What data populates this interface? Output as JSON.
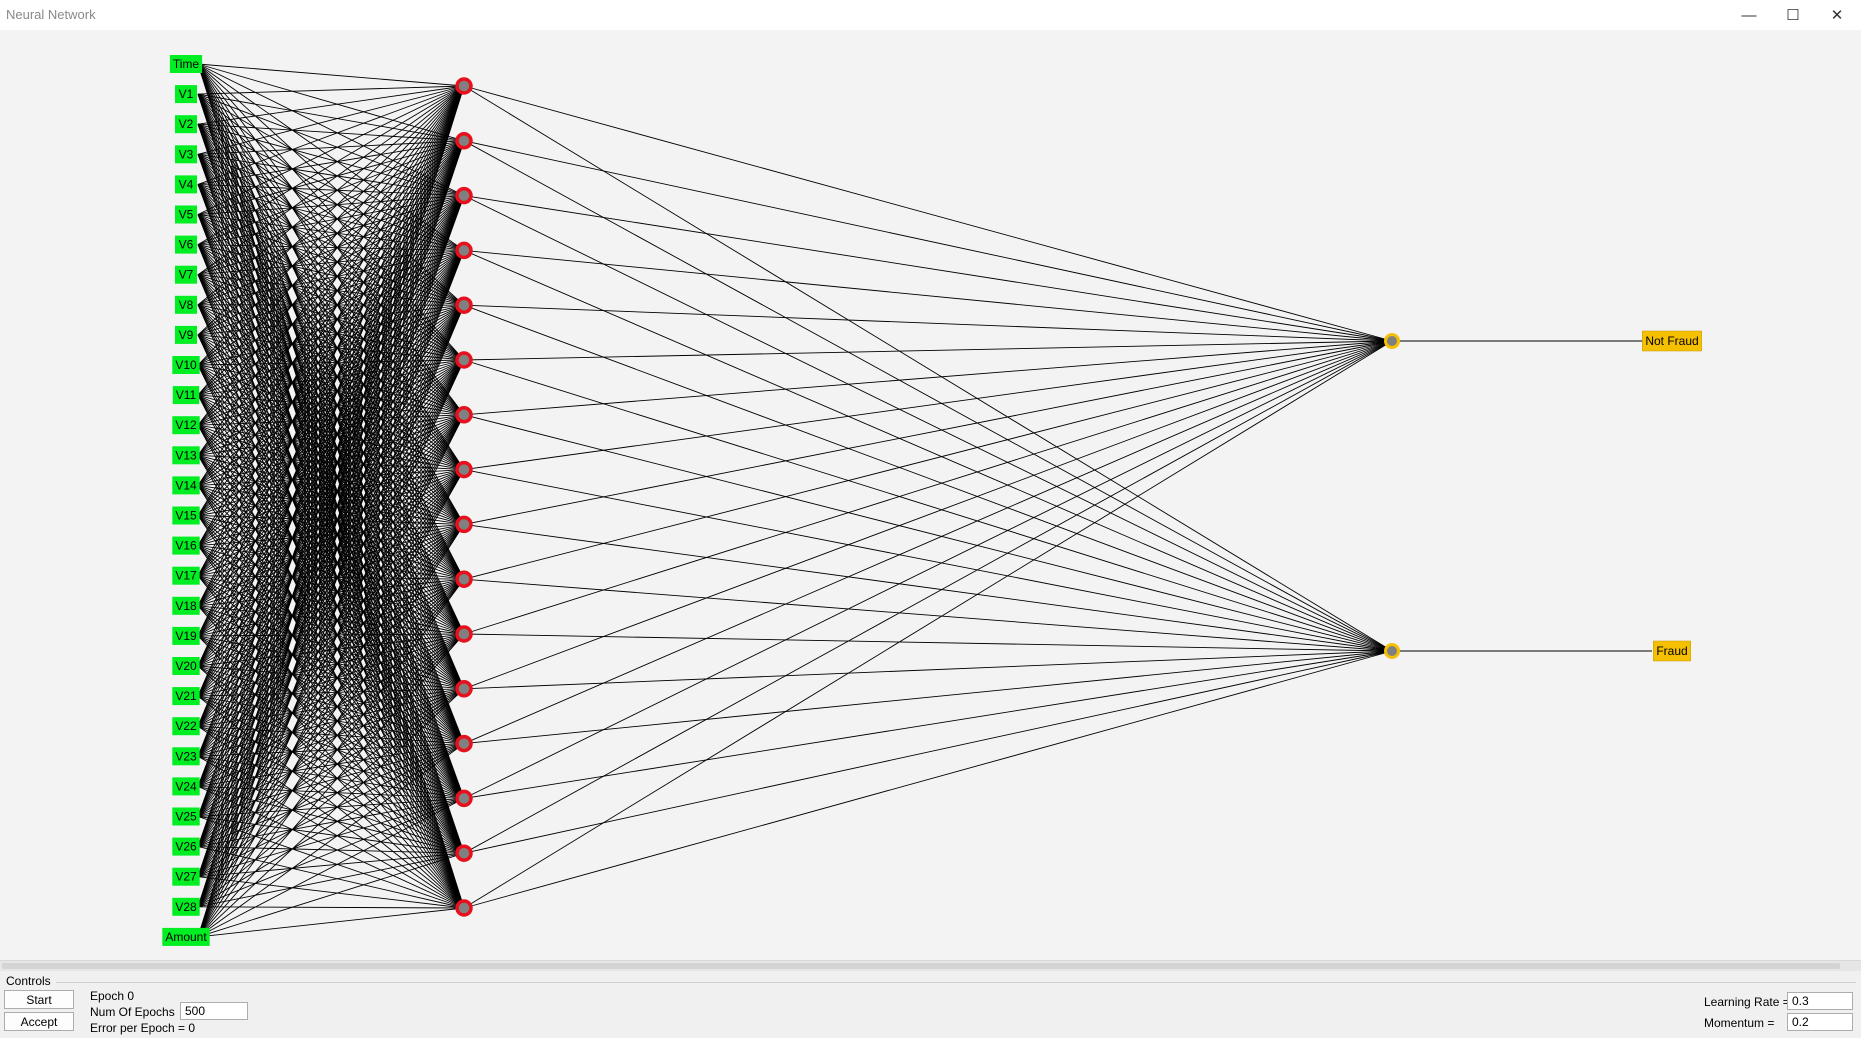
{
  "window": {
    "title": "Neural Network",
    "minimize_icon": "minimize-icon",
    "maximize_icon": "maximize-icon",
    "close_icon": "close-icon"
  },
  "network": {
    "input_nodes": [
      "Time",
      "V1",
      "V2",
      "V3",
      "V4",
      "V5",
      "V6",
      "V7",
      "V8",
      "V9",
      "V10",
      "V11",
      "V12",
      "V13",
      "V14",
      "V15",
      "V16",
      "V17",
      "V18",
      "V19",
      "V20",
      "V21",
      "V22",
      "V23",
      "V24",
      "V25",
      "V26",
      "V27",
      "V28",
      "Amount"
    ],
    "hidden_node_count": 16,
    "output_nodes": [
      "Not Fraud",
      "Fraud"
    ],
    "colors": {
      "input_fill": "#00ee22",
      "hidden_stroke": "#e8101c",
      "hidden_fill": "#808080",
      "output_stroke": "#f5c000",
      "output_fill": "#808080",
      "output_label_fill": "#f5c000",
      "edge": "#000000"
    }
  },
  "controls": {
    "group_label": "Controls",
    "start_label": "Start",
    "accept_label": "Accept",
    "epoch_text": "Epoch  0",
    "num_epochs_label": "Num Of Epochs",
    "num_epochs_value": "500",
    "error_text": "Error per Epoch = 0",
    "learning_rate_label": "Learning Rate =",
    "learning_rate_value": "0.3",
    "momentum_label": "Momentum =",
    "momentum_value": "0.2"
  }
}
